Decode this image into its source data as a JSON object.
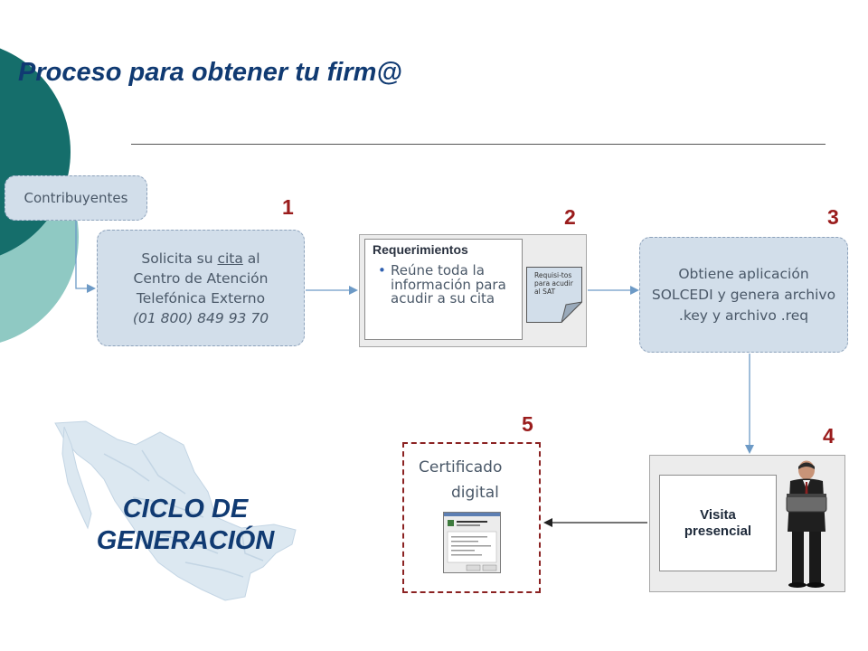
{
  "title": "Proceso para obtener tu firm@",
  "actor": "Contribuyentes",
  "steps": [
    {
      "number": "1",
      "line1_pre": "Solicita su ",
      "line1_link": "cita",
      "line1_post": " al",
      "line2": "Centro de Atención",
      "line3": "Telefónica Externo",
      "phone": "(01 800) 849 93 70"
    },
    {
      "number": "2",
      "card_title": "Requerimientos",
      "bullet_text": "Reúne toda la información para acudir a su cita",
      "note_text": "Requisi-tos para acudir al SAT"
    },
    {
      "number": "3",
      "text": "Obtiene aplicación SOLCEDI y genera archivo .key y archivo .req"
    },
    {
      "number": "4",
      "text": "Visita presencial",
      "icon": "businessman-figure-icon"
    },
    {
      "number": "5",
      "line1": "Certificado",
      "line2": "digital",
      "icon": "certificate-window-screenshot"
    }
  ],
  "cycle_label": {
    "line1": "CICLO DE",
    "line2": "GENERACIÓN"
  },
  "map_icon": "mexico-map-icon",
  "colors": {
    "title": "#103a72",
    "step_numbers": "#9a1c1c",
    "pill_fill": "#d2deea",
    "teal_dark": "#156e6b",
    "teal_light": "#8fc9c3",
    "connector": "#6d9ac6",
    "certificate_border": "#8b2222"
  }
}
